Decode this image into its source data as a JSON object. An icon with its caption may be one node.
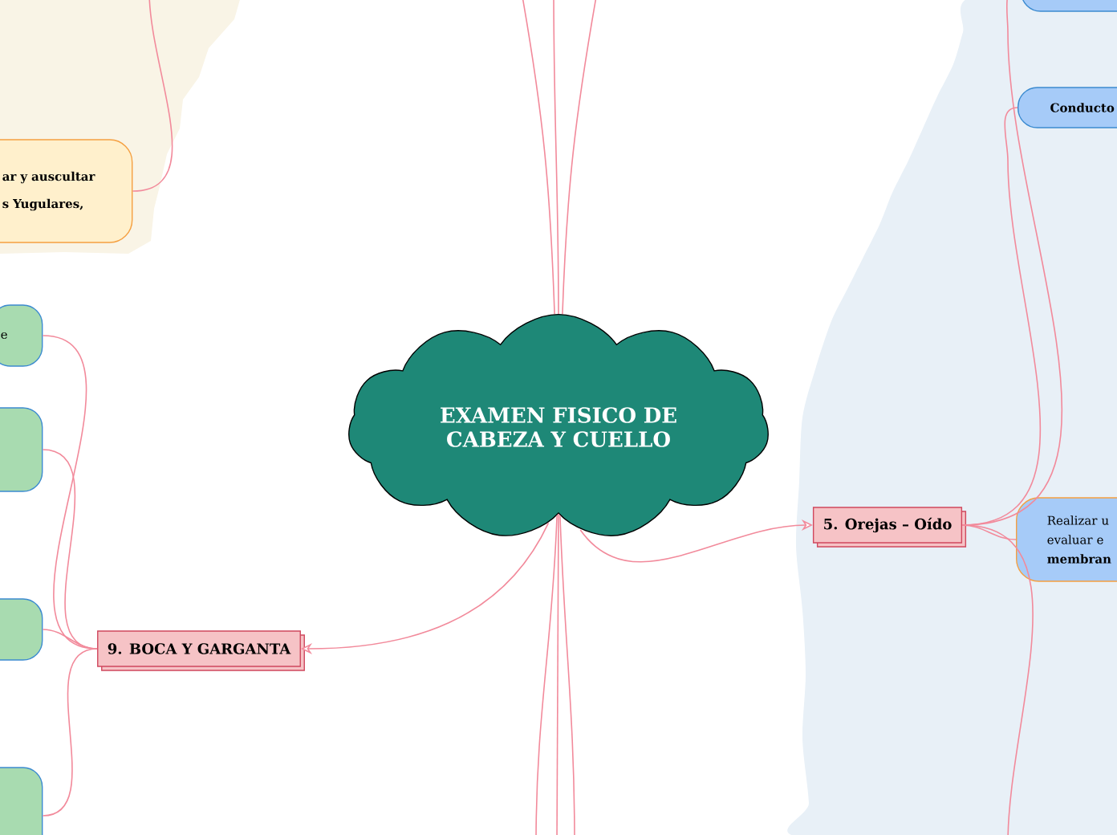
{
  "diagram": {
    "nodes": [
      {
        "text": [
          "EXAMEN FISICO DE CABEZA Y CUELLO"
        ]
      },
      {
        "text": [
          "ar y auscultar s Yugulares,"
        ]
      },
      {
        "text": [
          "e"
        ]
      },
      {
        "text": [],
        "shape": "box"
      },
      {
        "text": [],
        "shape": "box"
      },
      {
        "text": [],
        "shape": "box"
      },
      {
        "text": [
          "9. BOCA Y GARGANTA"
        ]
      },
      {
        "text": [],
        "shape": "box"
      },
      {
        "text": [
          "Conducto"
        ]
      },
      {
        "text": [
          "5. Orejas – Oído"
        ]
      },
      {
        "text": [
          "Realizar u evaluar e **membran**"
        ]
      }
    ],
    "edges": [
      {
        "from": 0,
        "to": 6,
        "arrow": "to"
      },
      {
        "from": 0,
        "to": 9,
        "arrow": "to"
      },
      {
        "from": 6,
        "to": 2,
        "arrow": "none"
      },
      {
        "from": 6,
        "to": 3,
        "arrow": "none"
      },
      {
        "from": 6,
        "to": 4,
        "arrow": "none"
      },
      {
        "from": 6,
        "to": 5,
        "arrow": "none"
      },
      {
        "from": 9,
        "to": 7,
        "arrow": "none"
      },
      {
        "from": 9,
        "to": 8,
        "arrow": "none"
      },
      {
        "from": 9,
        "to": 10,
        "arrow": "none"
      },
      {
        "from": null,
        "to": 1,
        "arrow": "none"
      },
      {
        "from": 0,
        "to": null,
        "arrow": "none"
      },
      {
        "from": 0,
        "to": null,
        "arrow": "none"
      },
      {
        "from": 0,
        "to": null,
        "arrow": "none"
      },
      {
        "from": 0,
        "to": null,
        "arrow": "none"
      },
      {
        "from": 0,
        "to": null,
        "arrow": "none"
      },
      {
        "from": 0,
        "to": null,
        "arrow": "none"
      },
      {
        "from": 9,
        "to": null,
        "arrow": "none"
      }
    ]
  }
}
